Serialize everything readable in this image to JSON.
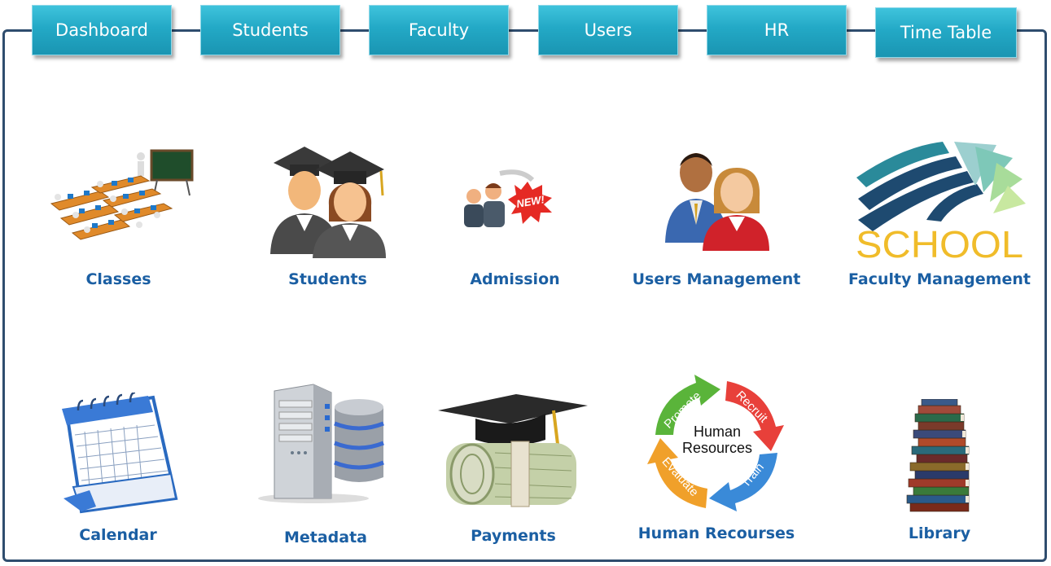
{
  "nav": {
    "tabs": [
      {
        "label": "Dashboard"
      },
      {
        "label": "Students"
      },
      {
        "label": "Faculty"
      },
      {
        "label": "Users"
      },
      {
        "label": "HR"
      },
      {
        "label": "Time Table"
      }
    ]
  },
  "modules": [
    {
      "label": "Classes",
      "icon": "classroom-icon"
    },
    {
      "label": "Students",
      "icon": "graduates-icon"
    },
    {
      "label": "Admission",
      "icon": "new-admission-icon",
      "badge": "NEW!"
    },
    {
      "label": "Users Management",
      "icon": "users-icon"
    },
    {
      "label": "Faculty Management",
      "icon": "school-logo-icon",
      "logo_text": "SCHOOL"
    },
    {
      "label": "Calendar",
      "icon": "calendar-icon"
    },
    {
      "label": "Metadata",
      "icon": "database-server-icon"
    },
    {
      "label": "Payments",
      "icon": "payments-icon"
    },
    {
      "label": "Human Recourses",
      "icon": "hr-cycle-icon",
      "cycle_title": "Human Resources",
      "cycle_steps": [
        "Promote",
        "Recruit",
        "Train",
        "Evaluate"
      ]
    },
    {
      "label": "Library",
      "icon": "books-icon"
    }
  ],
  "colors": {
    "tab_bg": "#23a9c6",
    "frame_border": "#2f4d6e",
    "label_text": "#1b5fa3"
  }
}
